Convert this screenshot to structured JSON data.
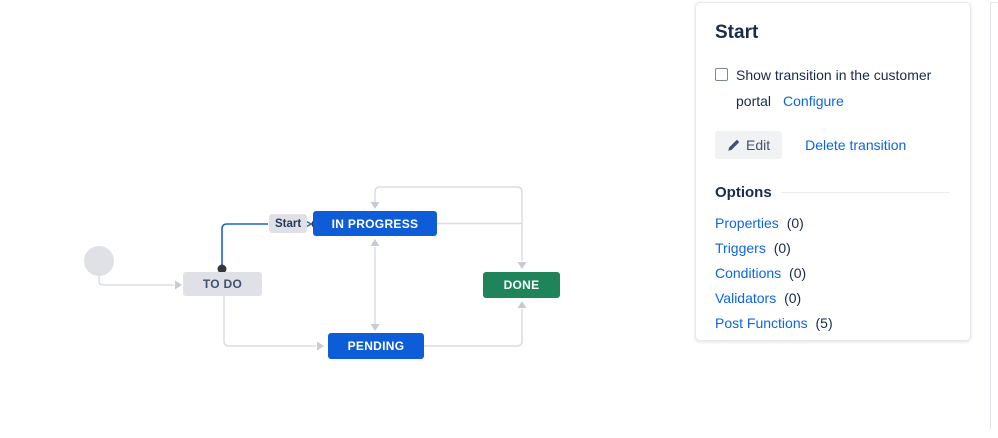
{
  "diagram": {
    "nodes": {
      "todo": {
        "label": "TO DO",
        "color": "#dfe1e6"
      },
      "inprogress": {
        "label": "IN PROGRESS",
        "color": "#0e5dd8"
      },
      "pending": {
        "label": "PENDING",
        "color": "#0e5dd8"
      },
      "done": {
        "label": "DONE",
        "color": "#1f845a"
      }
    },
    "selected_transition": {
      "label": "Start"
    }
  },
  "panel": {
    "title": "Start",
    "checkbox_label": "Show transition in the customer portal",
    "configure_link": "Configure",
    "edit_button": "Edit",
    "delete_link": "Delete transition",
    "options_heading": "Options",
    "options": [
      {
        "label": "Properties",
        "count": "(0)"
      },
      {
        "label": "Triggers",
        "count": "(0)"
      },
      {
        "label": "Conditions",
        "count": "(0)"
      },
      {
        "label": "Validators",
        "count": "(0)"
      },
      {
        "label": "Post Functions",
        "count": "(5)"
      }
    ]
  },
  "colors": {
    "link_blue": "#0c66e4",
    "status_blue": "#0e5dd8",
    "status_green": "#1f845a",
    "status_gray": "#dfe1e6",
    "selected_transition_blue": "#2160d3",
    "connector_gray": "#d9dde3"
  }
}
